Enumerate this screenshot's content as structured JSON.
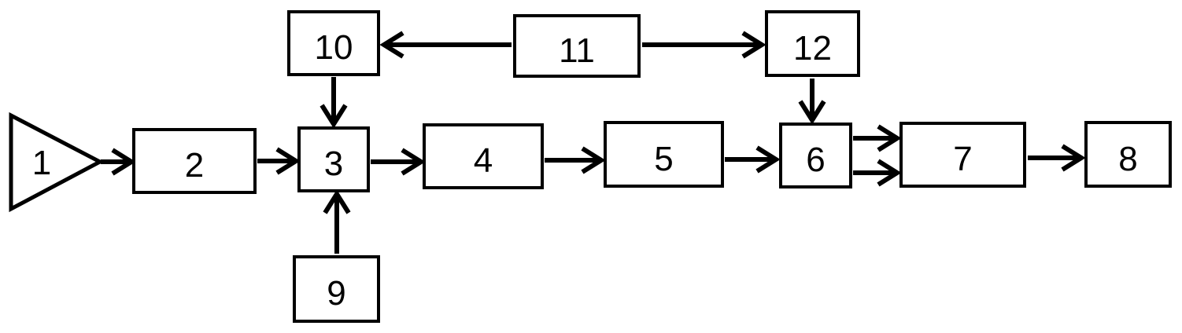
{
  "diagram": {
    "type": "block-diagram",
    "stroke_color": "#000000",
    "background_color": "#ffffff",
    "nodes": [
      {
        "id": "1",
        "label": "1",
        "shape": "triangle"
      },
      {
        "id": "2",
        "label": "2",
        "shape": "rect"
      },
      {
        "id": "3",
        "label": "3",
        "shape": "rect"
      },
      {
        "id": "4",
        "label": "4",
        "shape": "rect"
      },
      {
        "id": "5",
        "label": "5",
        "shape": "rect"
      },
      {
        "id": "6",
        "label": "6",
        "shape": "rect"
      },
      {
        "id": "7",
        "label": "7",
        "shape": "rect"
      },
      {
        "id": "8",
        "label": "8",
        "shape": "rect"
      },
      {
        "id": "9",
        "label": "9",
        "shape": "rect"
      },
      {
        "id": "10",
        "label": "10",
        "shape": "rect"
      },
      {
        "id": "11",
        "label": "11",
        "shape": "rect"
      },
      {
        "id": "12",
        "label": "12",
        "shape": "rect"
      }
    ],
    "edges": [
      {
        "from": "1",
        "to": "2",
        "direction": "right"
      },
      {
        "from": "2",
        "to": "3",
        "direction": "right"
      },
      {
        "from": "3",
        "to": "4",
        "direction": "right"
      },
      {
        "from": "4",
        "to": "5",
        "direction": "right"
      },
      {
        "from": "5",
        "to": "6",
        "direction": "right"
      },
      {
        "from": "6",
        "to": "7",
        "direction": "right",
        "parallel_lines": 2
      },
      {
        "from": "7",
        "to": "8",
        "direction": "right"
      },
      {
        "from": "9",
        "to": "3",
        "direction": "up"
      },
      {
        "from": "10",
        "to": "3",
        "direction": "down"
      },
      {
        "from": "11",
        "to": "10",
        "direction": "left"
      },
      {
        "from": "11",
        "to": "12",
        "direction": "right"
      },
      {
        "from": "12",
        "to": "6",
        "direction": "down"
      }
    ]
  }
}
